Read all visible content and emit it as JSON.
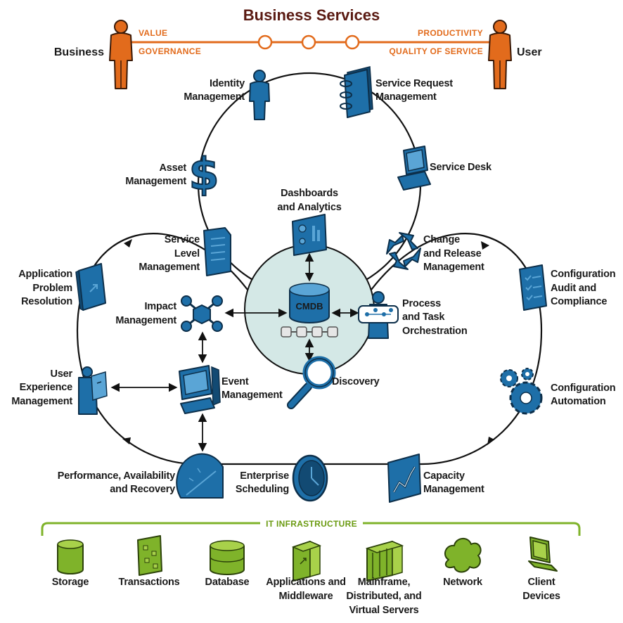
{
  "header": {
    "title": "Business Services",
    "left_actor": "Business",
    "right_actor": "User",
    "left_values": [
      "VALUE",
      "GOVERNANCE"
    ],
    "right_values": [
      "PRODUCTIVITY",
      "QUALITY OF SERVICE"
    ]
  },
  "center": {
    "hub_label": "CMDB"
  },
  "nodes": {
    "identity": [
      "Identity",
      "Management"
    ],
    "service_request": [
      "Service Request",
      "Management"
    ],
    "service_desk": [
      "Service Desk"
    ],
    "asset": [
      "Asset",
      "Management"
    ],
    "dashboards": [
      "Dashboards",
      "and Analytics"
    ],
    "service_level": [
      "Service",
      "Level",
      "Management"
    ],
    "change_release": [
      "Change",
      "and Release",
      "Management"
    ],
    "app_problem": [
      "Application",
      "Problem",
      "Resolution"
    ],
    "config_audit": [
      "Configuration",
      "Audit and",
      "Compliance"
    ],
    "impact": [
      "Impact",
      "Management"
    ],
    "process_task": [
      "Process",
      "and Task",
      "Orchestration"
    ],
    "user_experience": [
      "User",
      "Experience",
      "Management"
    ],
    "event": [
      "Event",
      "Management"
    ],
    "discovery": [
      "Discovery"
    ],
    "config_automation": [
      "Configuration",
      "Automation"
    ],
    "performance": [
      "Performance, Availability",
      "and Recovery"
    ],
    "scheduling": [
      "Enterprise",
      "Scheduling"
    ],
    "capacity": [
      "Capacity",
      "Management"
    ]
  },
  "infrastructure": {
    "title": "IT INFRASTRUCTURE",
    "items": [
      {
        "lines": [
          "Storage"
        ],
        "icon": "storage-icon"
      },
      {
        "lines": [
          "Transactions"
        ],
        "icon": "transactions-icon"
      },
      {
        "lines": [
          "Database"
        ],
        "icon": "database-icon"
      },
      {
        "lines": [
          "Applications and",
          "Middleware"
        ],
        "icon": "applications-icon"
      },
      {
        "lines": [
          "Mainframe,",
          "Distributed, and",
          "Virtual Servers"
        ],
        "icon": "servers-icon"
      },
      {
        "lines": [
          "Network"
        ],
        "icon": "network-icon"
      },
      {
        "lines": [
          "Client",
          "Devices"
        ],
        "icon": "client-devices-icon"
      }
    ]
  },
  "colors": {
    "orange": "#e26b1c",
    "green": "#7fb32a",
    "blue": "#1e6fa8",
    "title": "#5a1a12",
    "hub_fill": "#d4e8e6"
  }
}
